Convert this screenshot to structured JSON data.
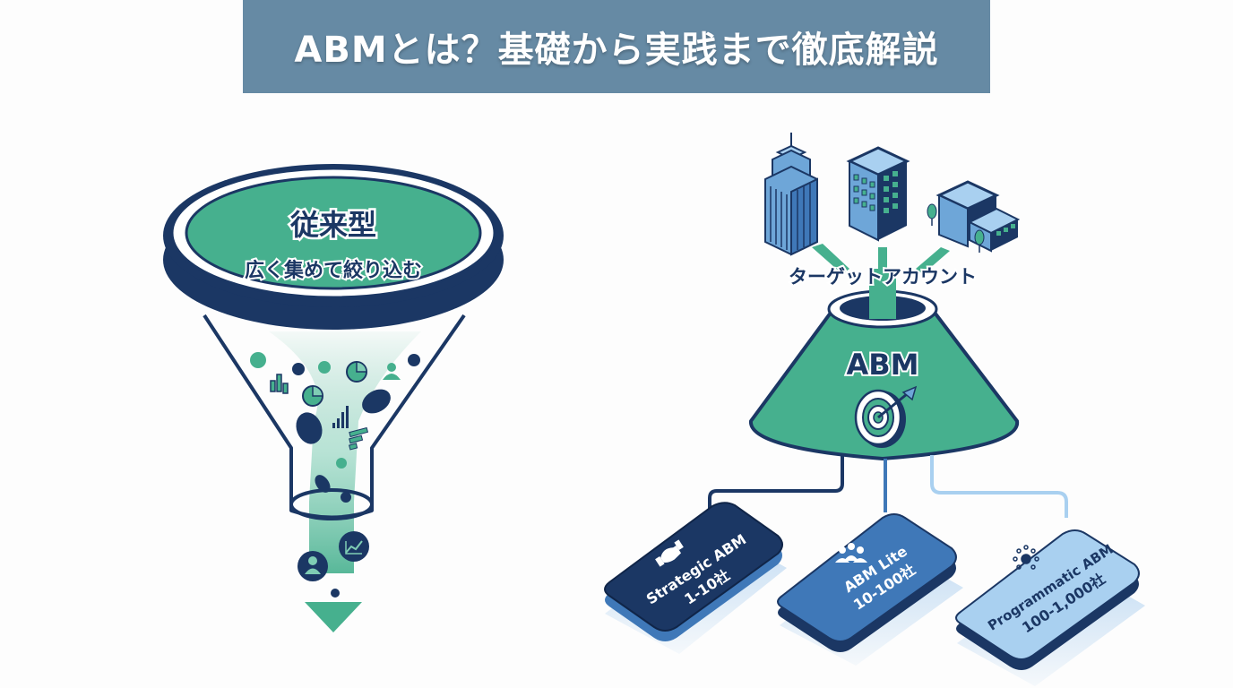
{
  "header": {
    "title": "ABMとは？基礎から実践まで徹底解説"
  },
  "colors": {
    "title_bg": "#668aa4",
    "navy": "#1b3764",
    "green": "#46b08e",
    "mid_blue": "#3f78b8",
    "light_blue": "#a9d0f0",
    "building_blue": "#6ea6d8"
  },
  "traditional_funnel": {
    "heading": "従来型",
    "subheading": "広く集めて絞り込む",
    "icons": [
      "bar-chart-icon",
      "pie-chart-icon",
      "user-icon",
      "list-icon",
      "growth-chart-icon",
      "arrow-down-icon"
    ]
  },
  "abm_funnel": {
    "target_label": "ターゲットアカウント",
    "buildings": [
      "skyscraper-icon",
      "office-building-icon",
      "company-campus-icon"
    ],
    "label": "ABM",
    "center_icon": "target-arrow-icon"
  },
  "tiers": [
    {
      "name": "Strategic ABM",
      "range": "1-10社",
      "icon": "handshake-icon"
    },
    {
      "name": "ABM Lite",
      "range": "10-100社",
      "icon": "group-icon"
    },
    {
      "name": "Programmatic ABM",
      "range": "100-1,000社",
      "icon": "network-icon"
    }
  ]
}
